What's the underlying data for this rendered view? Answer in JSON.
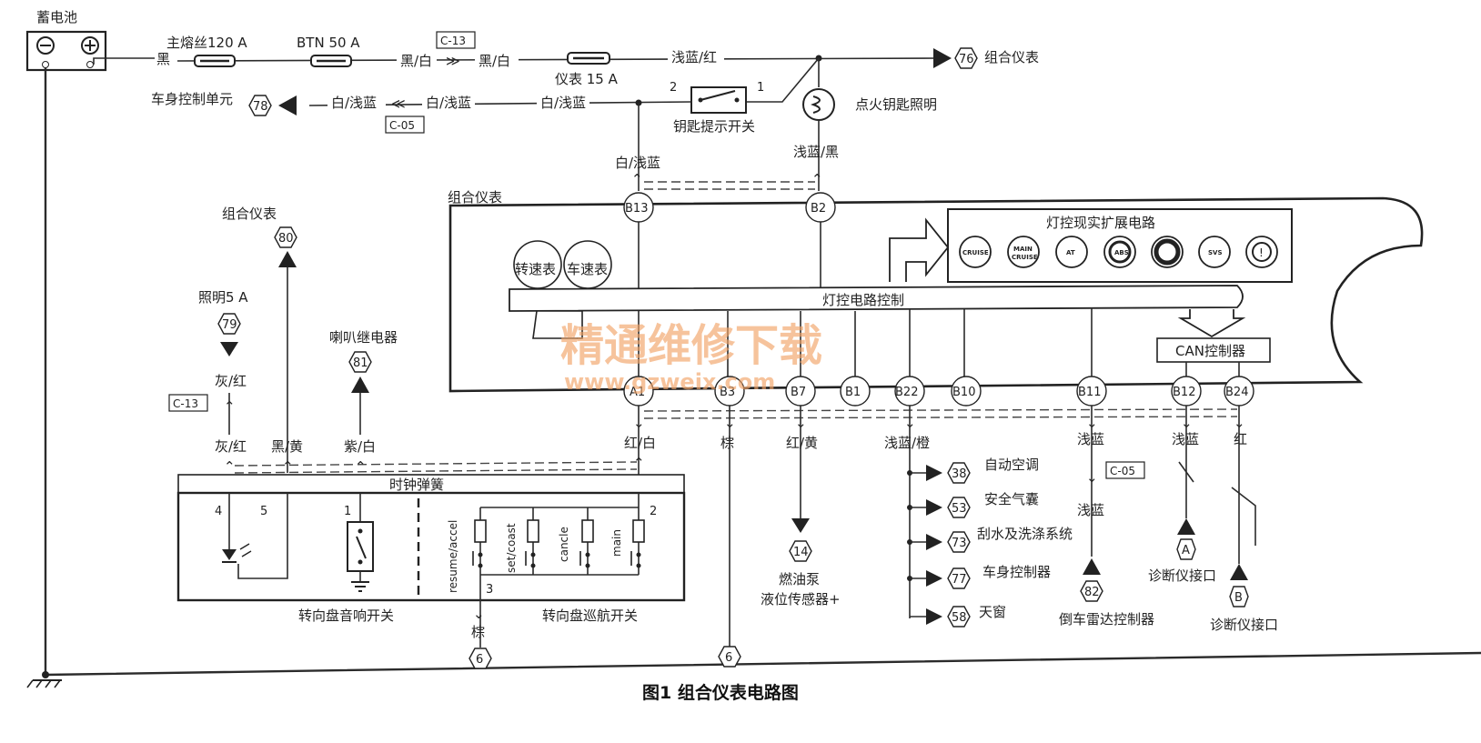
{
  "battery": {
    "label": "蓄电池"
  },
  "fuses": {
    "main": "主熔丝120 A",
    "btn": "BTN 50 A",
    "meter": "仪表 15 A",
    "lighting": "照明5 A"
  },
  "connectors": {
    "c13": "C-13",
    "c05": "C-05"
  },
  "wires": {
    "black": "黑",
    "black_white": "黑/白",
    "lightblue_red": "浅蓝/红",
    "white_lightblue": "白/浅蓝",
    "lightblue_black": "浅蓝/黑",
    "gray_red": "灰/红",
    "black_yellow": "黑/黄",
    "purple_white": "紫/白",
    "red_white": "红/白",
    "brown": "棕",
    "red_yellow": "红/黄",
    "lightblue_orange": "浅蓝/橙",
    "lightblue": "浅蓝",
    "red": "红"
  },
  "refs": {
    "r76": "76",
    "r78": "78",
    "r80": "80",
    "r79": "79",
    "r81": "81",
    "r14": "14",
    "r38": "38",
    "r53": "53",
    "r73": "73",
    "r77": "77",
    "r58": "58",
    "r82": "82",
    "r6": "6",
    "ra": "A",
    "rb": "B"
  },
  "labels": {
    "combo_meter": "组合仪表",
    "body_ctrl_unit": "车身控制单元",
    "key_switch": "钥匙提示开关",
    "ignition_light": "点火钥匙照明",
    "combo_meter_box": "组合仪表",
    "light_ext": "灯控现实扩展电路",
    "light_ctrl": "灯控电路控制",
    "tacho": "转速表",
    "speedo": "车速表",
    "can": "CAN控制器",
    "horn_relay": "喇叭继电器",
    "clock_spring": "时钟弹簧",
    "horn_switch": "转向盘音响开关",
    "cruise_switch": "转向盘巡航开关",
    "fuel_pump_1": "燃油泵",
    "fuel_pump_2": "液位传感器+",
    "auto_ac": "自动空调",
    "airbag": "安全气囊",
    "wiper": "刮水及洗涤系统",
    "body_ctrl": "车身控制器",
    "sunroof": "天窗",
    "radar": "倒车雷达控制器",
    "diag": "诊断仪接口"
  },
  "pins": [
    "B13",
    "B2",
    "A1",
    "B3",
    "B7",
    "B1",
    "B22",
    "B10",
    "B11",
    "B12",
    "B24"
  ],
  "switch_pins": {
    "p1": "1",
    "p2": "2",
    "p3": "3",
    "p4": "4",
    "p5": "5",
    "k1": "1",
    "k2": "2"
  },
  "cruise_buttons": [
    "resume/accel",
    "set/coast",
    "cancle",
    "main"
  ],
  "indicators": [
    "CRUISE",
    "MAIN CRUISE",
    "AT",
    "ABS",
    "",
    "SVS",
    "!"
  ],
  "caption": "图1 组合仪表电路图",
  "watermark": {
    "cn": "精通维修下载",
    "url": "www.gzweix.com"
  }
}
